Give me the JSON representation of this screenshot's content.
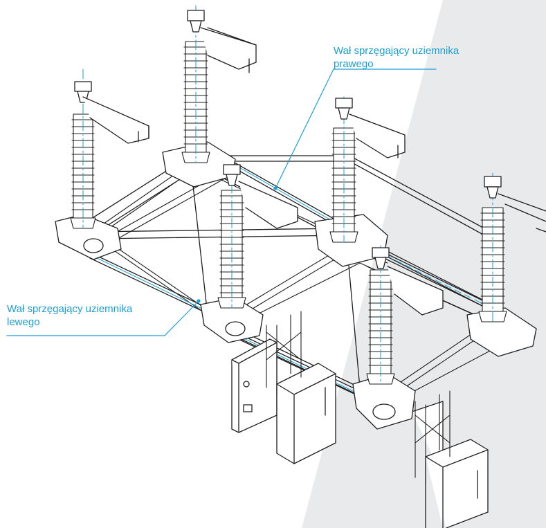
{
  "callouts": {
    "right_shaft": {
      "line1": "Wał sprzęgający uziemnika",
      "line2": "prawego"
    },
    "left_shaft": {
      "line1": "Wał sprzęgający uziemnika",
      "line2": "lewego"
    }
  },
  "colors": {
    "accent": "#1a9fd6",
    "line": "#1e1e1e",
    "background_panel": "#e9eaeb",
    "background": "#ffffff"
  }
}
